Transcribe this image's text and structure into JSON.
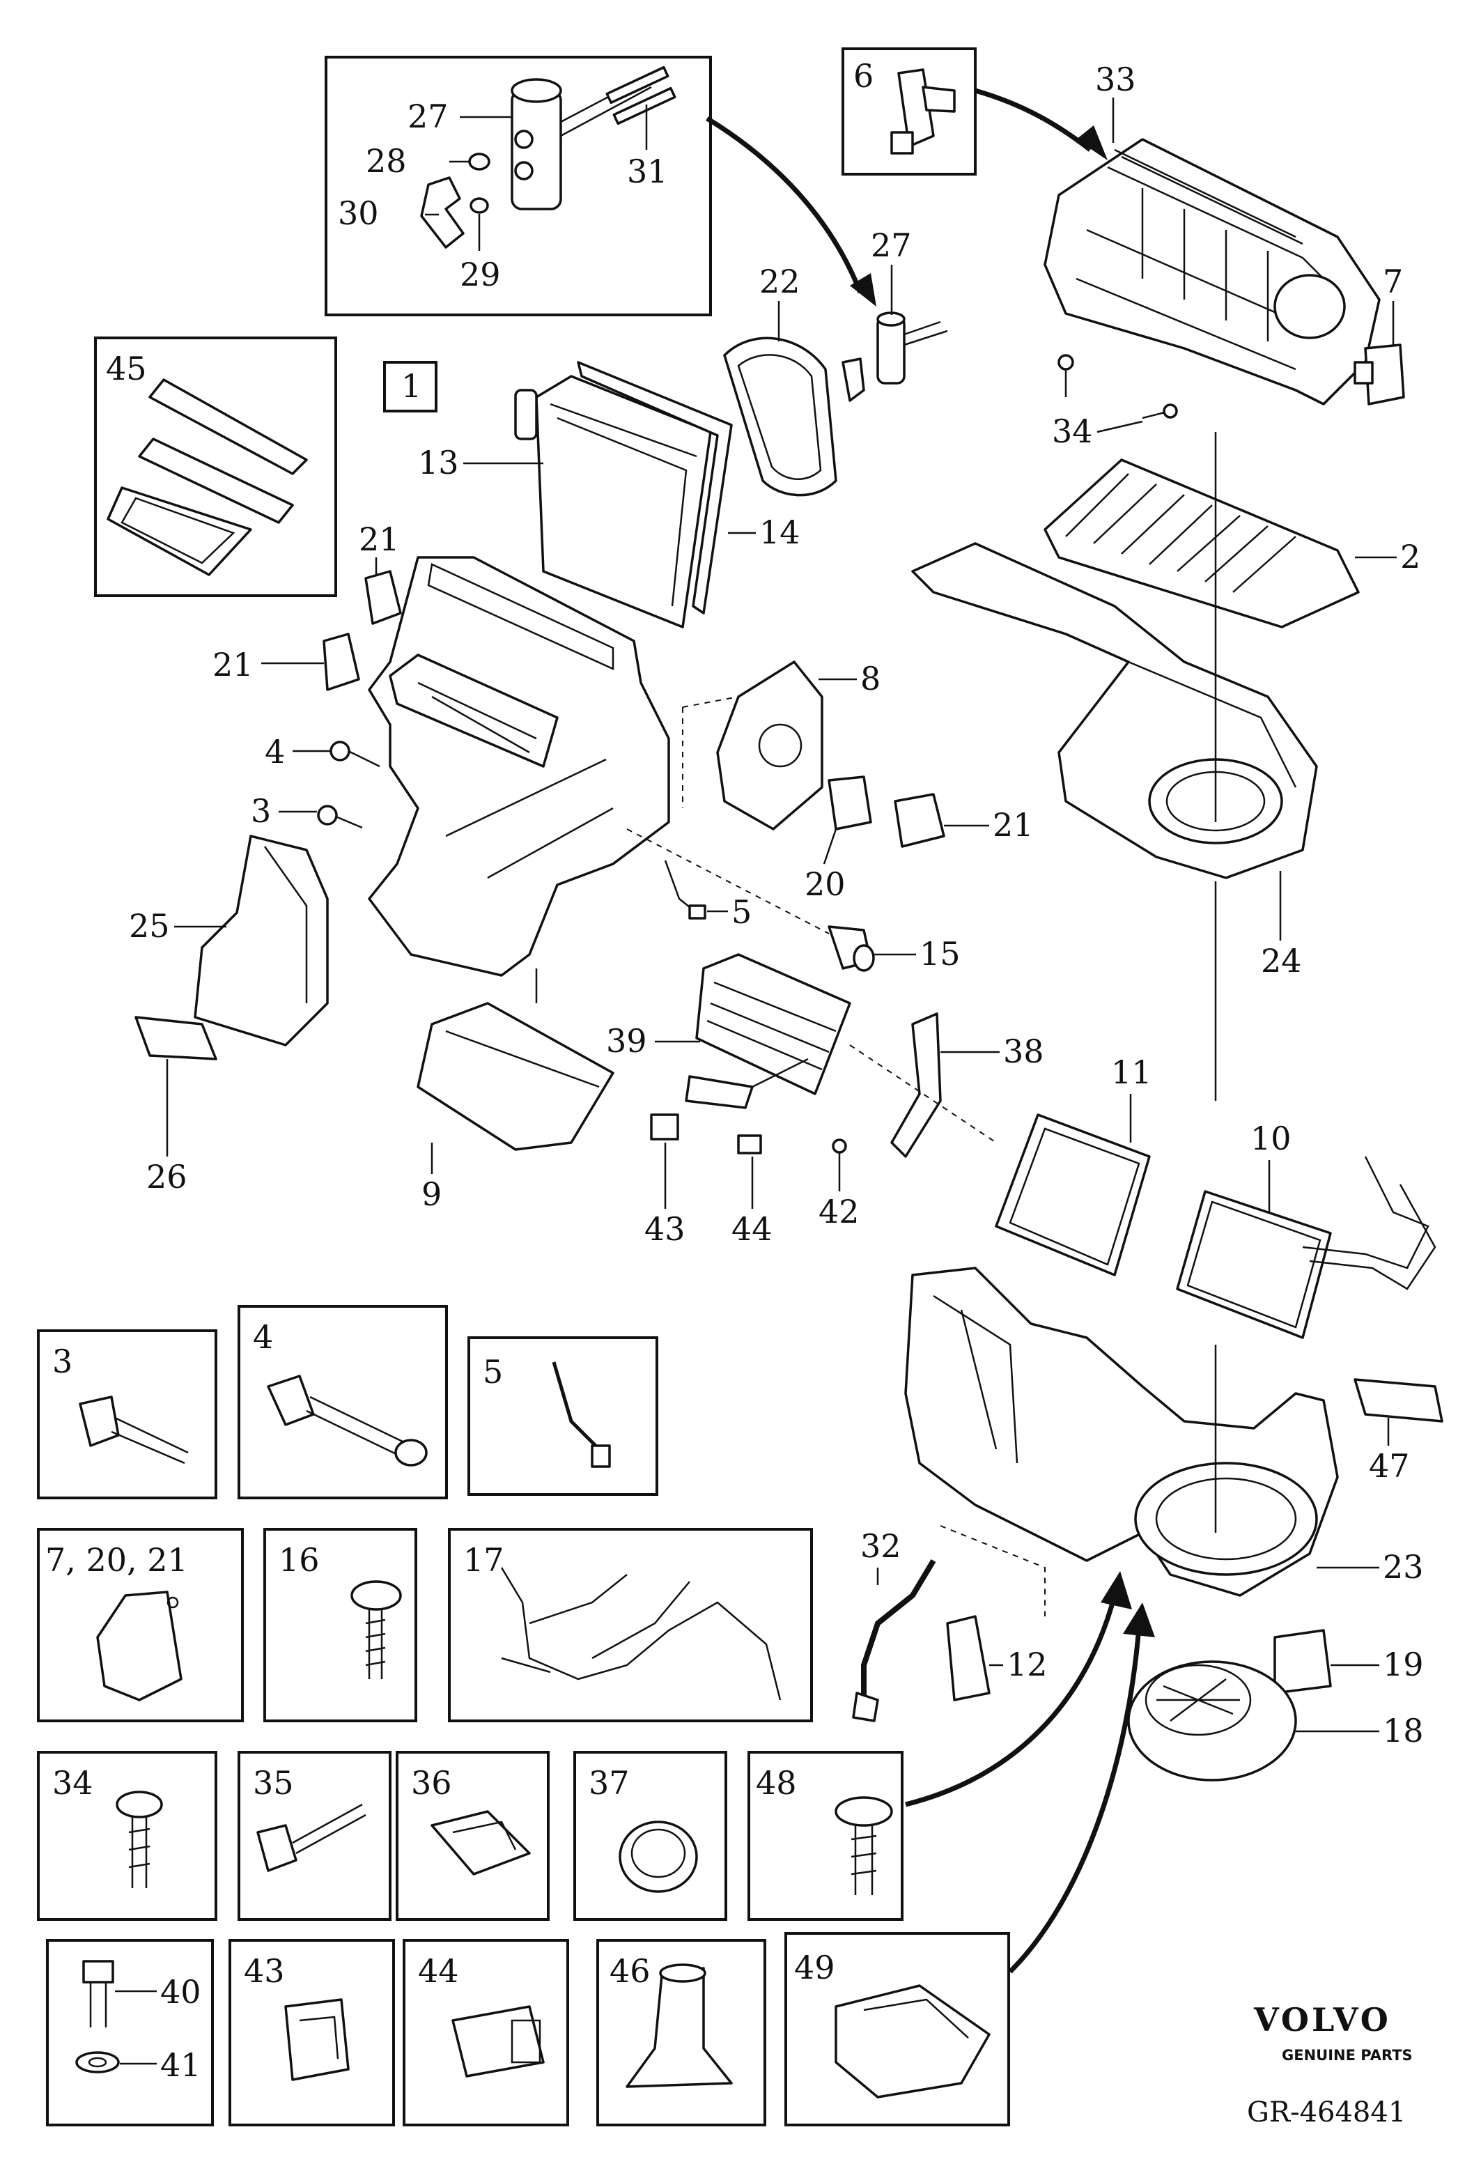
{
  "callouts": [
    {
      "text": "27"
    },
    {
      "text": "28"
    },
    {
      "text": "30"
    },
    {
      "text": "29"
    },
    {
      "text": "31"
    },
    {
      "text": "6"
    },
    {
      "text": "33"
    },
    {
      "text": "27"
    },
    {
      "text": "22"
    },
    {
      "text": "7"
    },
    {
      "text": "34"
    },
    {
      "text": "45"
    },
    {
      "text": "1"
    },
    {
      "text": "13"
    },
    {
      "text": "14"
    },
    {
      "text": "2"
    },
    {
      "text": "21"
    },
    {
      "text": "21"
    },
    {
      "text": "8"
    },
    {
      "text": "4"
    },
    {
      "text": "3"
    },
    {
      "text": "21"
    },
    {
      "text": "20"
    },
    {
      "text": "5"
    },
    {
      "text": "25"
    },
    {
      "text": "15"
    },
    {
      "text": "24"
    },
    {
      "text": "39"
    },
    {
      "text": "38"
    },
    {
      "text": "11"
    },
    {
      "text": "10"
    },
    {
      "text": "26"
    },
    {
      "text": "9"
    },
    {
      "text": "43"
    },
    {
      "text": "44"
    },
    {
      "text": "42"
    },
    {
      "text": "47"
    },
    {
      "text": "32"
    },
    {
      "text": "23"
    },
    {
      "text": "12"
    },
    {
      "text": "19"
    },
    {
      "text": "18"
    }
  ],
  "boxes": [
    {
      "text": "3"
    },
    {
      "text": "4"
    },
    {
      "text": "5"
    },
    {
      "text": "7, 20, 21"
    },
    {
      "text": "16"
    },
    {
      "text": "17"
    },
    {
      "text": "34"
    },
    {
      "text": "35"
    },
    {
      "text": "36"
    },
    {
      "text": "37"
    },
    {
      "text": "48"
    },
    {
      "text": "40"
    },
    {
      "text": "41"
    },
    {
      "text": "43"
    },
    {
      "text": "44"
    },
    {
      "text": "46"
    },
    {
      "text": "49"
    }
  ],
  "brand": {
    "name": "VOLVO",
    "tagline": "GENUINE PARTS",
    "reference": "GR-464841"
  }
}
